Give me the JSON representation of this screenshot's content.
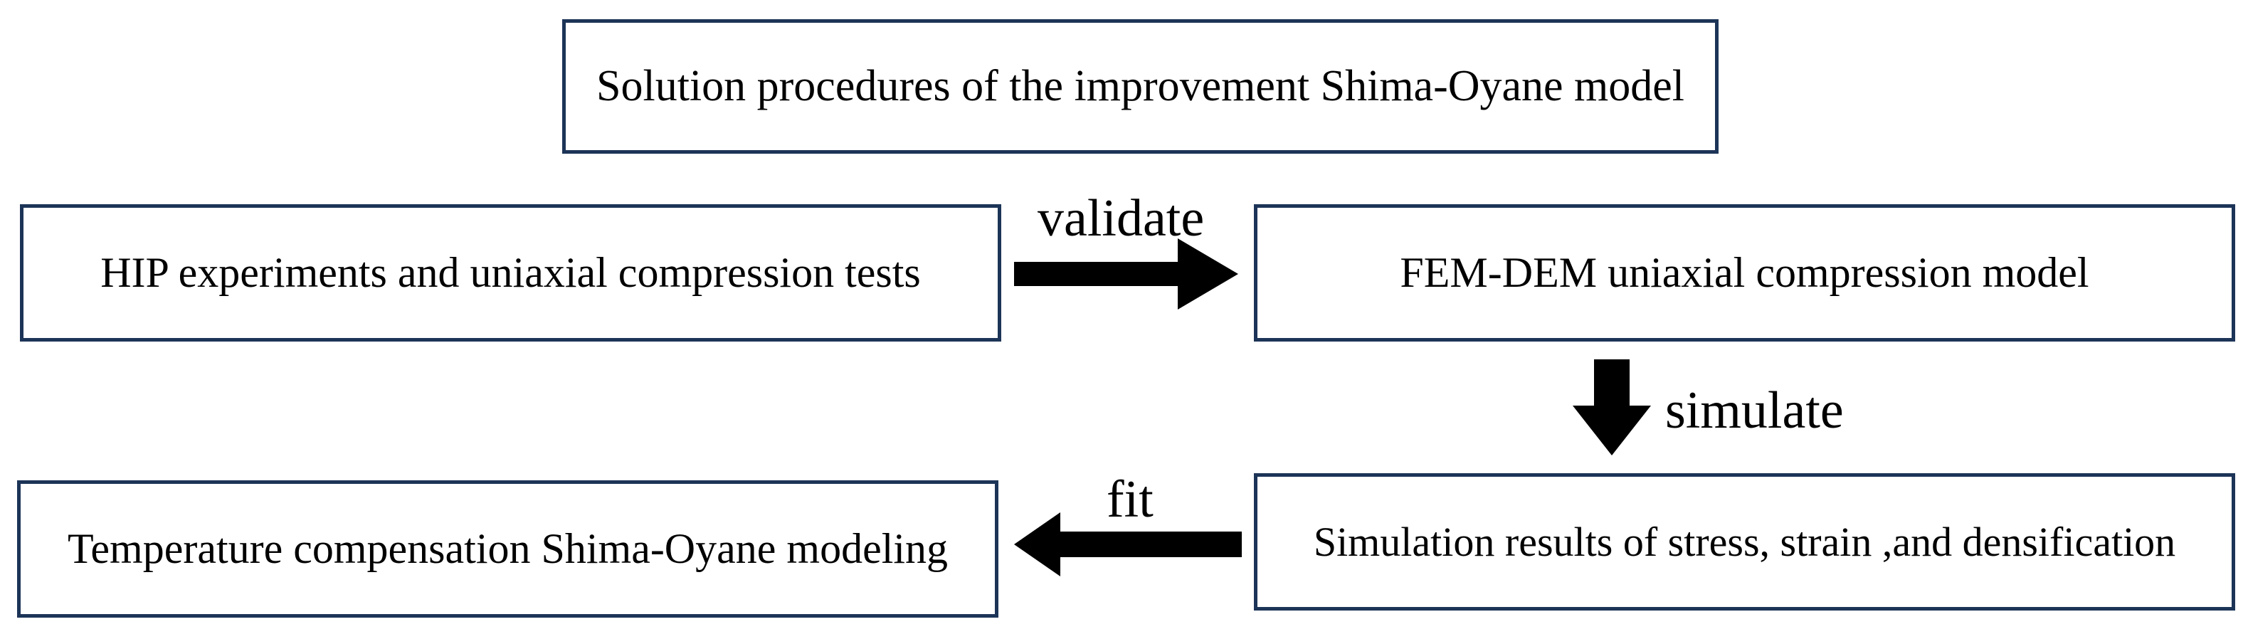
{
  "nodes": {
    "title": "Solution procedures of the improvement Shima-Oyane model",
    "hip": "HIP experiments and uniaxial compression tests",
    "femdem": "FEM-DEM uniaxial compression model",
    "results": "Simulation results of stress, strain ,and densification",
    "temp": "Temperature compensation Shima-Oyane modeling"
  },
  "edges": {
    "validate": "validate",
    "simulate": "simulate",
    "fit": "fit"
  },
  "colors": {
    "box_border": "#1c3457",
    "arrow": "#000000"
  }
}
